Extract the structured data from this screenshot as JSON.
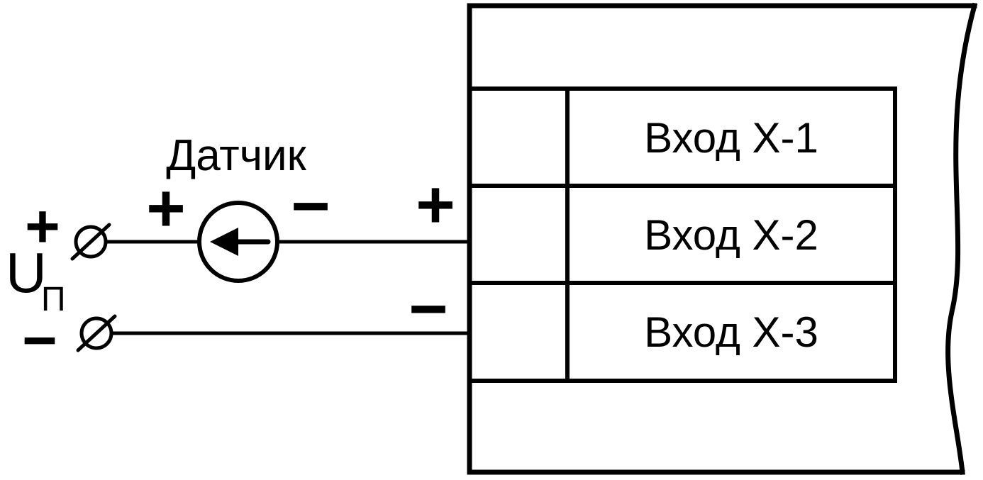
{
  "diagram": {
    "title_sensor": "Датчик",
    "supply": {
      "symbol": "U",
      "subscript": "П",
      "plus": "+",
      "minus": "−"
    },
    "sensor": {
      "plus": "+",
      "minus": "−"
    },
    "device": {
      "plus": "+",
      "minus": "−",
      "inputs": [
        "Вход Х-1",
        "Вход Х-2",
        "Вход Х-3"
      ]
    },
    "colors": {
      "line": "#000000",
      "background": "#ffffff"
    }
  }
}
